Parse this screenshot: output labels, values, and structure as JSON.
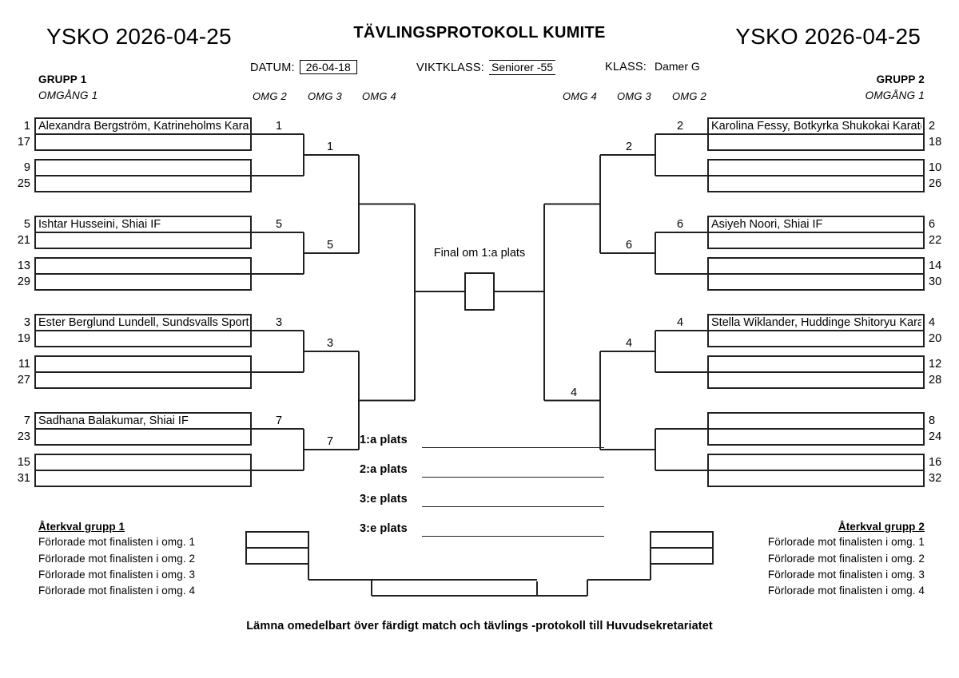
{
  "header": {
    "left_title": "YSKO 2026-04-25",
    "right_title": "YSKO 2026-04-25",
    "center_title": "TÄVLINGSPROTOKOLL KUMITE",
    "datum_label": "DATUM:",
    "datum_value": "26-04-18",
    "viktklass_label": "VIKTKLASS:",
    "viktklass_value": "Seniorer -55",
    "klass_label": "KLASS:",
    "klass_value": "Damer G"
  },
  "groups": {
    "left": {
      "name": "GRUPP 1",
      "round1": "OMGÅNG 1",
      "rounds": [
        "OMG 2",
        "OMG 3",
        "OMG 4"
      ]
    },
    "right": {
      "name": "GRUPP 2",
      "round1": "OMGÅNG 1",
      "rounds": [
        "OMG 4",
        "OMG 3",
        "OMG 2"
      ]
    }
  },
  "bracket": {
    "left": {
      "slots": [
        {
          "top_seed": "1",
          "bottom_seed": "17",
          "name": "Alexandra Bergström, Katrineholms Karateklubb"
        },
        {
          "top_seed": "9",
          "bottom_seed": "25",
          "name": ""
        },
        {
          "top_seed": "5",
          "bottom_seed": "21",
          "name": "Ishtar Husseini, Shiai IF"
        },
        {
          "top_seed": "13",
          "bottom_seed": "29",
          "name": ""
        },
        {
          "top_seed": "3",
          "bottom_seed": "19",
          "name": "Ester Berglund Lundell, Sundsvalls Sportkarate"
        },
        {
          "top_seed": "11",
          "bottom_seed": "27",
          "name": ""
        },
        {
          "top_seed": "7",
          "bottom_seed": "23",
          "name": "Sadhana Balakumar, Shiai IF"
        },
        {
          "top_seed": "15",
          "bottom_seed": "31",
          "name": ""
        }
      ],
      "round2_winners": [
        "1",
        "5",
        "3",
        "7"
      ],
      "round3_winners": [
        "1",
        "5",
        "3",
        "7"
      ],
      "round4_winner": ""
    },
    "right": {
      "slots": [
        {
          "top_seed": "2",
          "bottom_seed": "18",
          "name": "Karolina Fessy, Botkyrka Shukokai Karateklubb"
        },
        {
          "top_seed": "10",
          "bottom_seed": "26",
          "name": ""
        },
        {
          "top_seed": "6",
          "bottom_seed": "22",
          "name": "Asiyeh Noori, Shiai IF"
        },
        {
          "top_seed": "14",
          "bottom_seed": "30",
          "name": ""
        },
        {
          "top_seed": "4",
          "bottom_seed": "20",
          "name": "Stella Wiklander, Huddinge Shitoryu Karateklubb"
        },
        {
          "top_seed": "12",
          "bottom_seed": "28",
          "name": ""
        },
        {
          "top_seed": "8",
          "bottom_seed": "24",
          "name": ""
        },
        {
          "top_seed": "16",
          "bottom_seed": "32",
          "name": ""
        }
      ],
      "round2_winners": [
        "2",
        "6",
        "4",
        ""
      ],
      "round3_winners": [
        "2",
        "6",
        "4",
        ""
      ],
      "round4_winner": "4"
    }
  },
  "final": {
    "label": "Final om 1:a plats",
    "result": ""
  },
  "placements": [
    {
      "label": "1:a plats",
      "value": ""
    },
    {
      "label": "2:a plats",
      "value": ""
    },
    {
      "label": "3:e plats",
      "value": ""
    },
    {
      "label": "3:e plats",
      "value": ""
    }
  ],
  "repechage": {
    "left": {
      "title": "Återkval grupp 1",
      "items": [
        "Förlorade mot finalisten i omg. 1",
        "Förlorade mot finalisten i omg. 2",
        "Förlorade mot finalisten i omg. 3",
        "Förlorade mot finalisten i omg. 4"
      ]
    },
    "right": {
      "title": "Återkval grupp 2",
      "items": [
        "Förlorade mot finalisten i omg. 1",
        "Förlorade mot finalisten i omg. 2",
        "Förlorade mot finalisten i omg. 3",
        "Förlorade mot finalisten i omg. 4"
      ]
    }
  },
  "footer": "Lämna omedelbart över färdigt match och tävlings -protokoll till Huvudsekretariatet",
  "colors": {
    "ink": "#231f20",
    "paper": "#ffffff"
  }
}
